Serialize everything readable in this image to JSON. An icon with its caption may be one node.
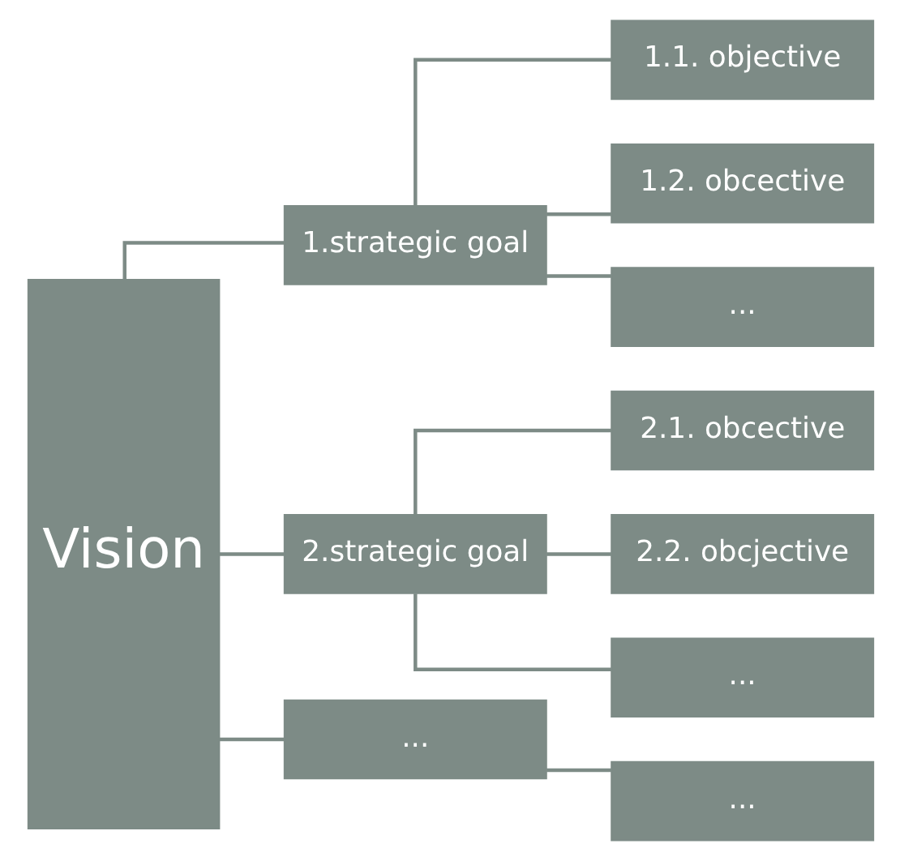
{
  "diagram": {
    "nodes": [
      {
        "text": [
          "Vision"
        ]
      },
      {
        "text": [
          "1.strategic goal"
        ]
      },
      {
        "text": [
          "1.1. objective"
        ]
      },
      {
        "text": [
          "1.2. obcective"
        ]
      },
      {
        "text": [
          "..."
        ]
      },
      {
        "text": [
          "2.strategic goal"
        ]
      },
      {
        "text": [
          "2.1. obcective"
        ]
      },
      {
        "text": [
          "2.2. obcjective"
        ]
      },
      {
        "text": [
          "..."
        ]
      },
      {
        "text": [
          "..."
        ]
      },
      {
        "text": [
          "..."
        ]
      }
    ],
    "edges": [
      {
        "from": 0,
        "to": 1,
        "arrow": "none"
      },
      {
        "from": 0,
        "to": 5,
        "arrow": "none"
      },
      {
        "from": 0,
        "to": 9,
        "arrow": "none"
      },
      {
        "from": 1,
        "to": 2,
        "arrow": "none"
      },
      {
        "from": 1,
        "to": 3,
        "arrow": "none"
      },
      {
        "from": 1,
        "to": 4,
        "arrow": "none"
      },
      {
        "from": 5,
        "to": 6,
        "arrow": "none"
      },
      {
        "from": 5,
        "to": 7,
        "arrow": "none"
      },
      {
        "from": 5,
        "to": 8,
        "arrow": "none"
      },
      {
        "from": 9,
        "to": 10,
        "arrow": "none"
      }
    ]
  }
}
